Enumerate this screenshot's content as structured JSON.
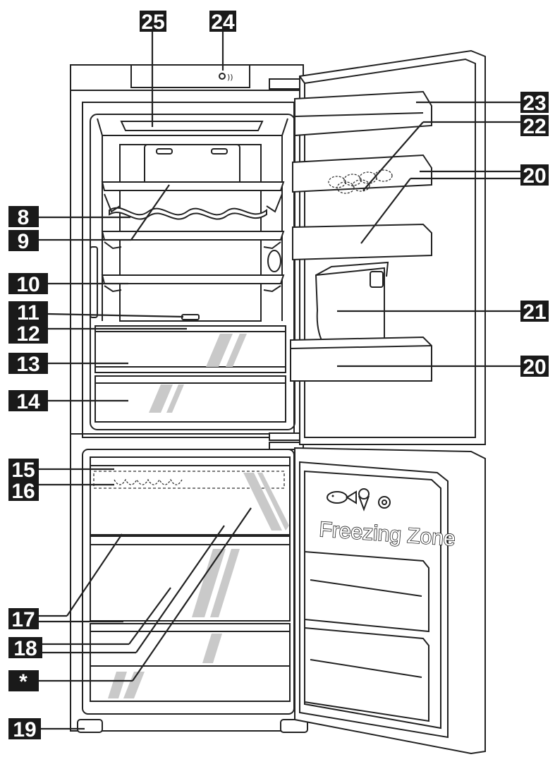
{
  "callouts": {
    "c25": "25",
    "c24": "24",
    "c23": "23",
    "c22": "22",
    "c20a": "20",
    "c8": "8",
    "c9": "9",
    "c10": "10",
    "c11": "11",
    "c12": "12",
    "c13": "13",
    "c14": "14",
    "c21": "21",
    "c20b": "20",
    "c15": "15",
    "c16": "16",
    "c17": "17",
    "c18": "18",
    "cstar": "*",
    "c19": "19"
  },
  "door": {
    "zone_label": "Freezing Zone",
    "icons": [
      "fish-icon",
      "ice-cream-icon",
      "food-icon"
    ]
  },
  "colors": {
    "callout_bg": "#1a1a1a",
    "callout_text": "#ffffff",
    "line": "#222222",
    "glass_reflection": "#c9c9c9"
  }
}
